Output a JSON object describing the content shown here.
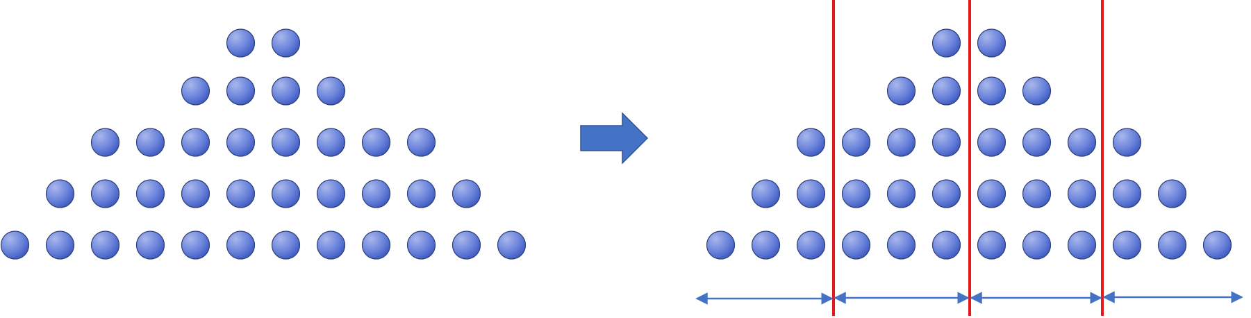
{
  "diagram": {
    "colors": {
      "circle_light": "#a9b7ec",
      "circle_mid": "#6a83db",
      "circle_dark": "#3350b8",
      "circle_stroke": "#2c3e78",
      "arrow_fill": "#4472c4",
      "arrow_stroke": "#2f5597",
      "divider": "#e31a1c",
      "interval_arrow": "#4472c4"
    },
    "left_pyramid": {
      "rows": [
        {
          "count": 2
        },
        {
          "count": 4
        },
        {
          "count": 8
        },
        {
          "count": 10
        },
        {
          "count": 12
        }
      ]
    },
    "transform_arrow": {
      "icon": "right-block-arrow-icon"
    },
    "right_pyramid": {
      "rows": [
        {
          "count": 2
        },
        {
          "count": 4
        },
        {
          "count": 8
        },
        {
          "count": 10
        },
        {
          "count": 12
        }
      ],
      "dividers": 3,
      "segments": 4
    }
  }
}
